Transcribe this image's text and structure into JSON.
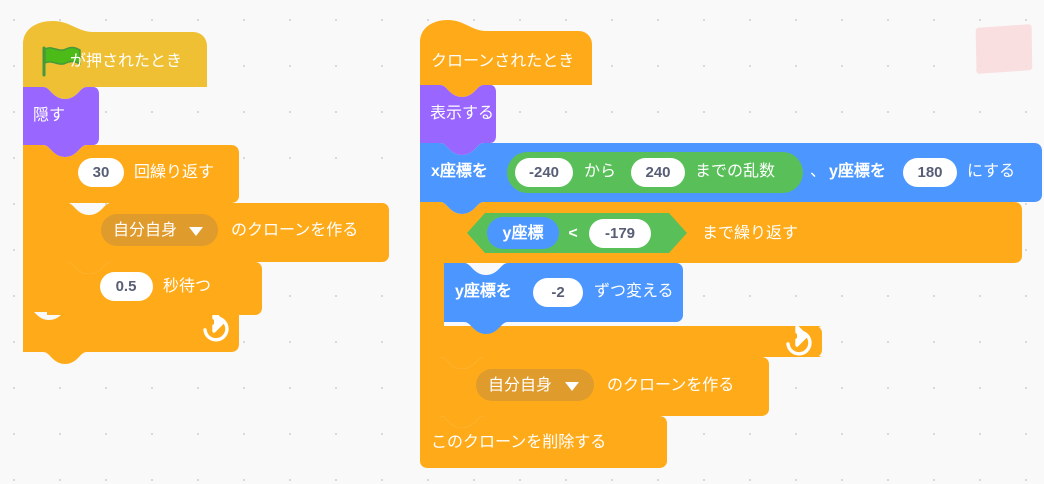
{
  "workspace": {
    "name": "scratch-block-workspace",
    "background_color": "#f9f9f9",
    "grid_dot_color": "#d9d9d9"
  },
  "colors": {
    "events": "#ffbf00",
    "events_hat": "#efc033",
    "control": "#ffab19",
    "control_dark": "#e6a03a",
    "control_input": "#e09b2d",
    "looks": "#9966ff",
    "motion": "#4c97ff",
    "operators": "#59c059",
    "value_oval": "#ffffff",
    "value_text": "#575e75",
    "flag_green": "#4cbb17",
    "note_pink": "#fadadd"
  },
  "scripts": [
    {
      "id": "script-green-flag",
      "name": "green-flag-script",
      "blocks": [
        {
          "id": "when-flag-clicked",
          "type": "hat",
          "category": "events",
          "icon": "green-flag-icon",
          "label": "が押されたとき"
        },
        {
          "id": "hide",
          "type": "stack",
          "category": "looks",
          "label": "隠す"
        },
        {
          "id": "repeat-30",
          "type": "c-block",
          "category": "control",
          "label_pre": "",
          "value": "30",
          "label_post": "回繰り返す",
          "loop_icon": "loop-arrow-icon",
          "children": [
            {
              "id": "create-clone-of",
              "type": "stack",
              "category": "control",
              "dropdown": "自分自身",
              "dropdown_icon": "chevron-down-icon",
              "label_post": "のクローンを作る"
            },
            {
              "id": "wait-seconds",
              "type": "stack",
              "category": "control",
              "value": "0.5",
              "label_post": "秒待つ"
            }
          ]
        }
      ]
    },
    {
      "id": "script-when-clone",
      "name": "when-i-start-as-clone-script",
      "blocks": [
        {
          "id": "when-i-start-as-clone",
          "type": "hat",
          "category": "control",
          "label": "クローンされたとき"
        },
        {
          "id": "show",
          "type": "stack",
          "category": "looks",
          "label": "表示する"
        },
        {
          "id": "go-to-xy",
          "type": "stack",
          "category": "motion",
          "label_1": "x座標を",
          "reporter": {
            "id": "pick-random",
            "category": "operators",
            "label_1": "から",
            "label_2": "までの乱数",
            "from": "-240",
            "to": "240"
          },
          "label_2": "、",
          "label_3": "y座標を",
          "y_value": "180",
          "label_4": "にする"
        },
        {
          "id": "repeat-until",
          "type": "c-block",
          "category": "control",
          "label_post": "まで繰り返す",
          "loop_icon": "loop-arrow-icon",
          "condition": {
            "id": "less-than",
            "category": "operators",
            "left_reporter": "y座標",
            "left_category": "motion",
            "operator": "<",
            "right_value": "-179"
          },
          "children": [
            {
              "id": "change-y-by",
              "type": "stack",
              "category": "motion",
              "label_1": "y座標を",
              "value": "-2",
              "label_2": "ずつ変える"
            }
          ]
        },
        {
          "id": "create-clone-of-2",
          "type": "stack",
          "category": "control",
          "dropdown": "自分自身",
          "dropdown_icon": "chevron-down-icon",
          "label_post": "のクローンを作る"
        },
        {
          "id": "delete-this-clone",
          "type": "cap",
          "category": "control",
          "label": "このクローンを削除する"
        }
      ]
    }
  ],
  "decoration": {
    "name": "pink-sticky-note",
    "label": ""
  }
}
